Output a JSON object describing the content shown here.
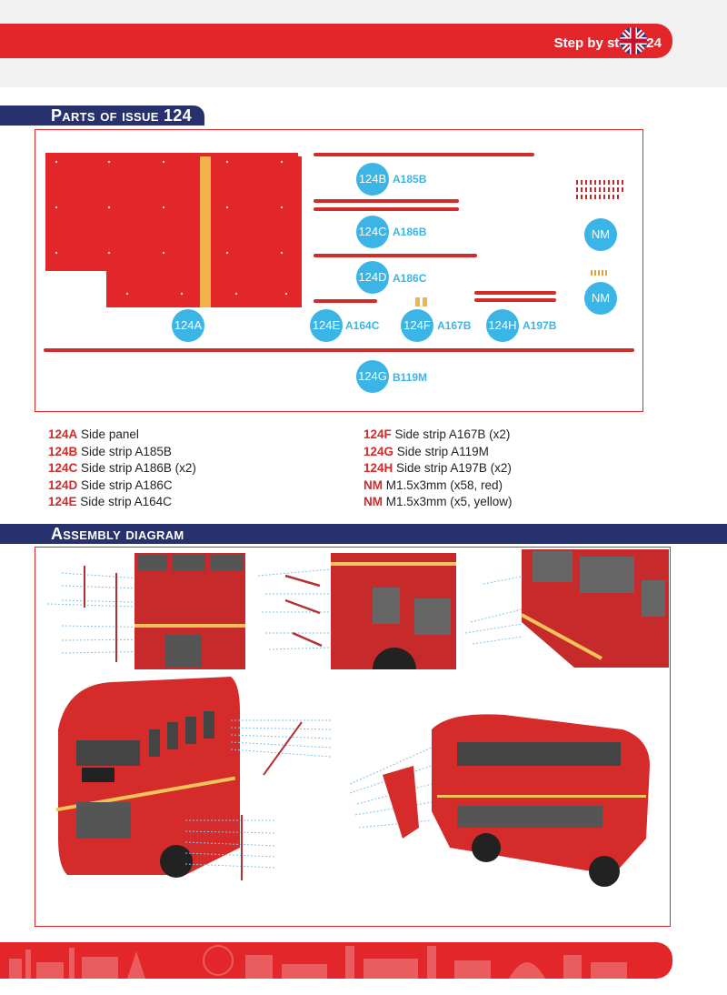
{
  "header": {
    "step_label": "Step by step 124",
    "flag_icon": "uk-flag-icon"
  },
  "parts_section": {
    "title": "Parts of issue 124",
    "codes": {
      "p124A": "124A",
      "p124B": "124B",
      "a185b": "A185B",
      "p124C": "124C",
      "a186b": "A186B",
      "p124D": "124D",
      "a186c": "A186C",
      "p124E": "124E",
      "a164c": "A164C",
      "p124F": "124F",
      "a167b": "A167B",
      "p124H": "124H",
      "a197b": "A197B",
      "p124G": "124G",
      "b119m": "B119M",
      "nm1": "NM",
      "nm2": "NM"
    }
  },
  "parts_list": {
    "left": [
      {
        "code": "124A",
        "desc": "Side panel"
      },
      {
        "code": "124B",
        "desc": "Side strip A185B"
      },
      {
        "code": "124C",
        "desc": "Side strip A186B (x2)"
      },
      {
        "code": "124D",
        "desc": "Side strip A186C"
      },
      {
        "code": "124E",
        "desc": "Side strip A164C"
      }
    ],
    "right": [
      {
        "code": "124F",
        "desc": "Side strip A167B (x2)"
      },
      {
        "code": "124G",
        "desc": "Side strip A119M"
      },
      {
        "code": "124H",
        "desc": "Side strip A197B (x2)"
      },
      {
        "code": "NM",
        "desc": "M1.5x3mm (x58, red)"
      },
      {
        "code": "NM",
        "desc": "M1.5x3mm (x5, yellow)"
      }
    ]
  },
  "assembly_section": {
    "title": "Assembly diagram"
  },
  "colors": {
    "brand_red": "#e2262a",
    "navy": "#26316e",
    "badge_blue": "#3bb4e6"
  }
}
